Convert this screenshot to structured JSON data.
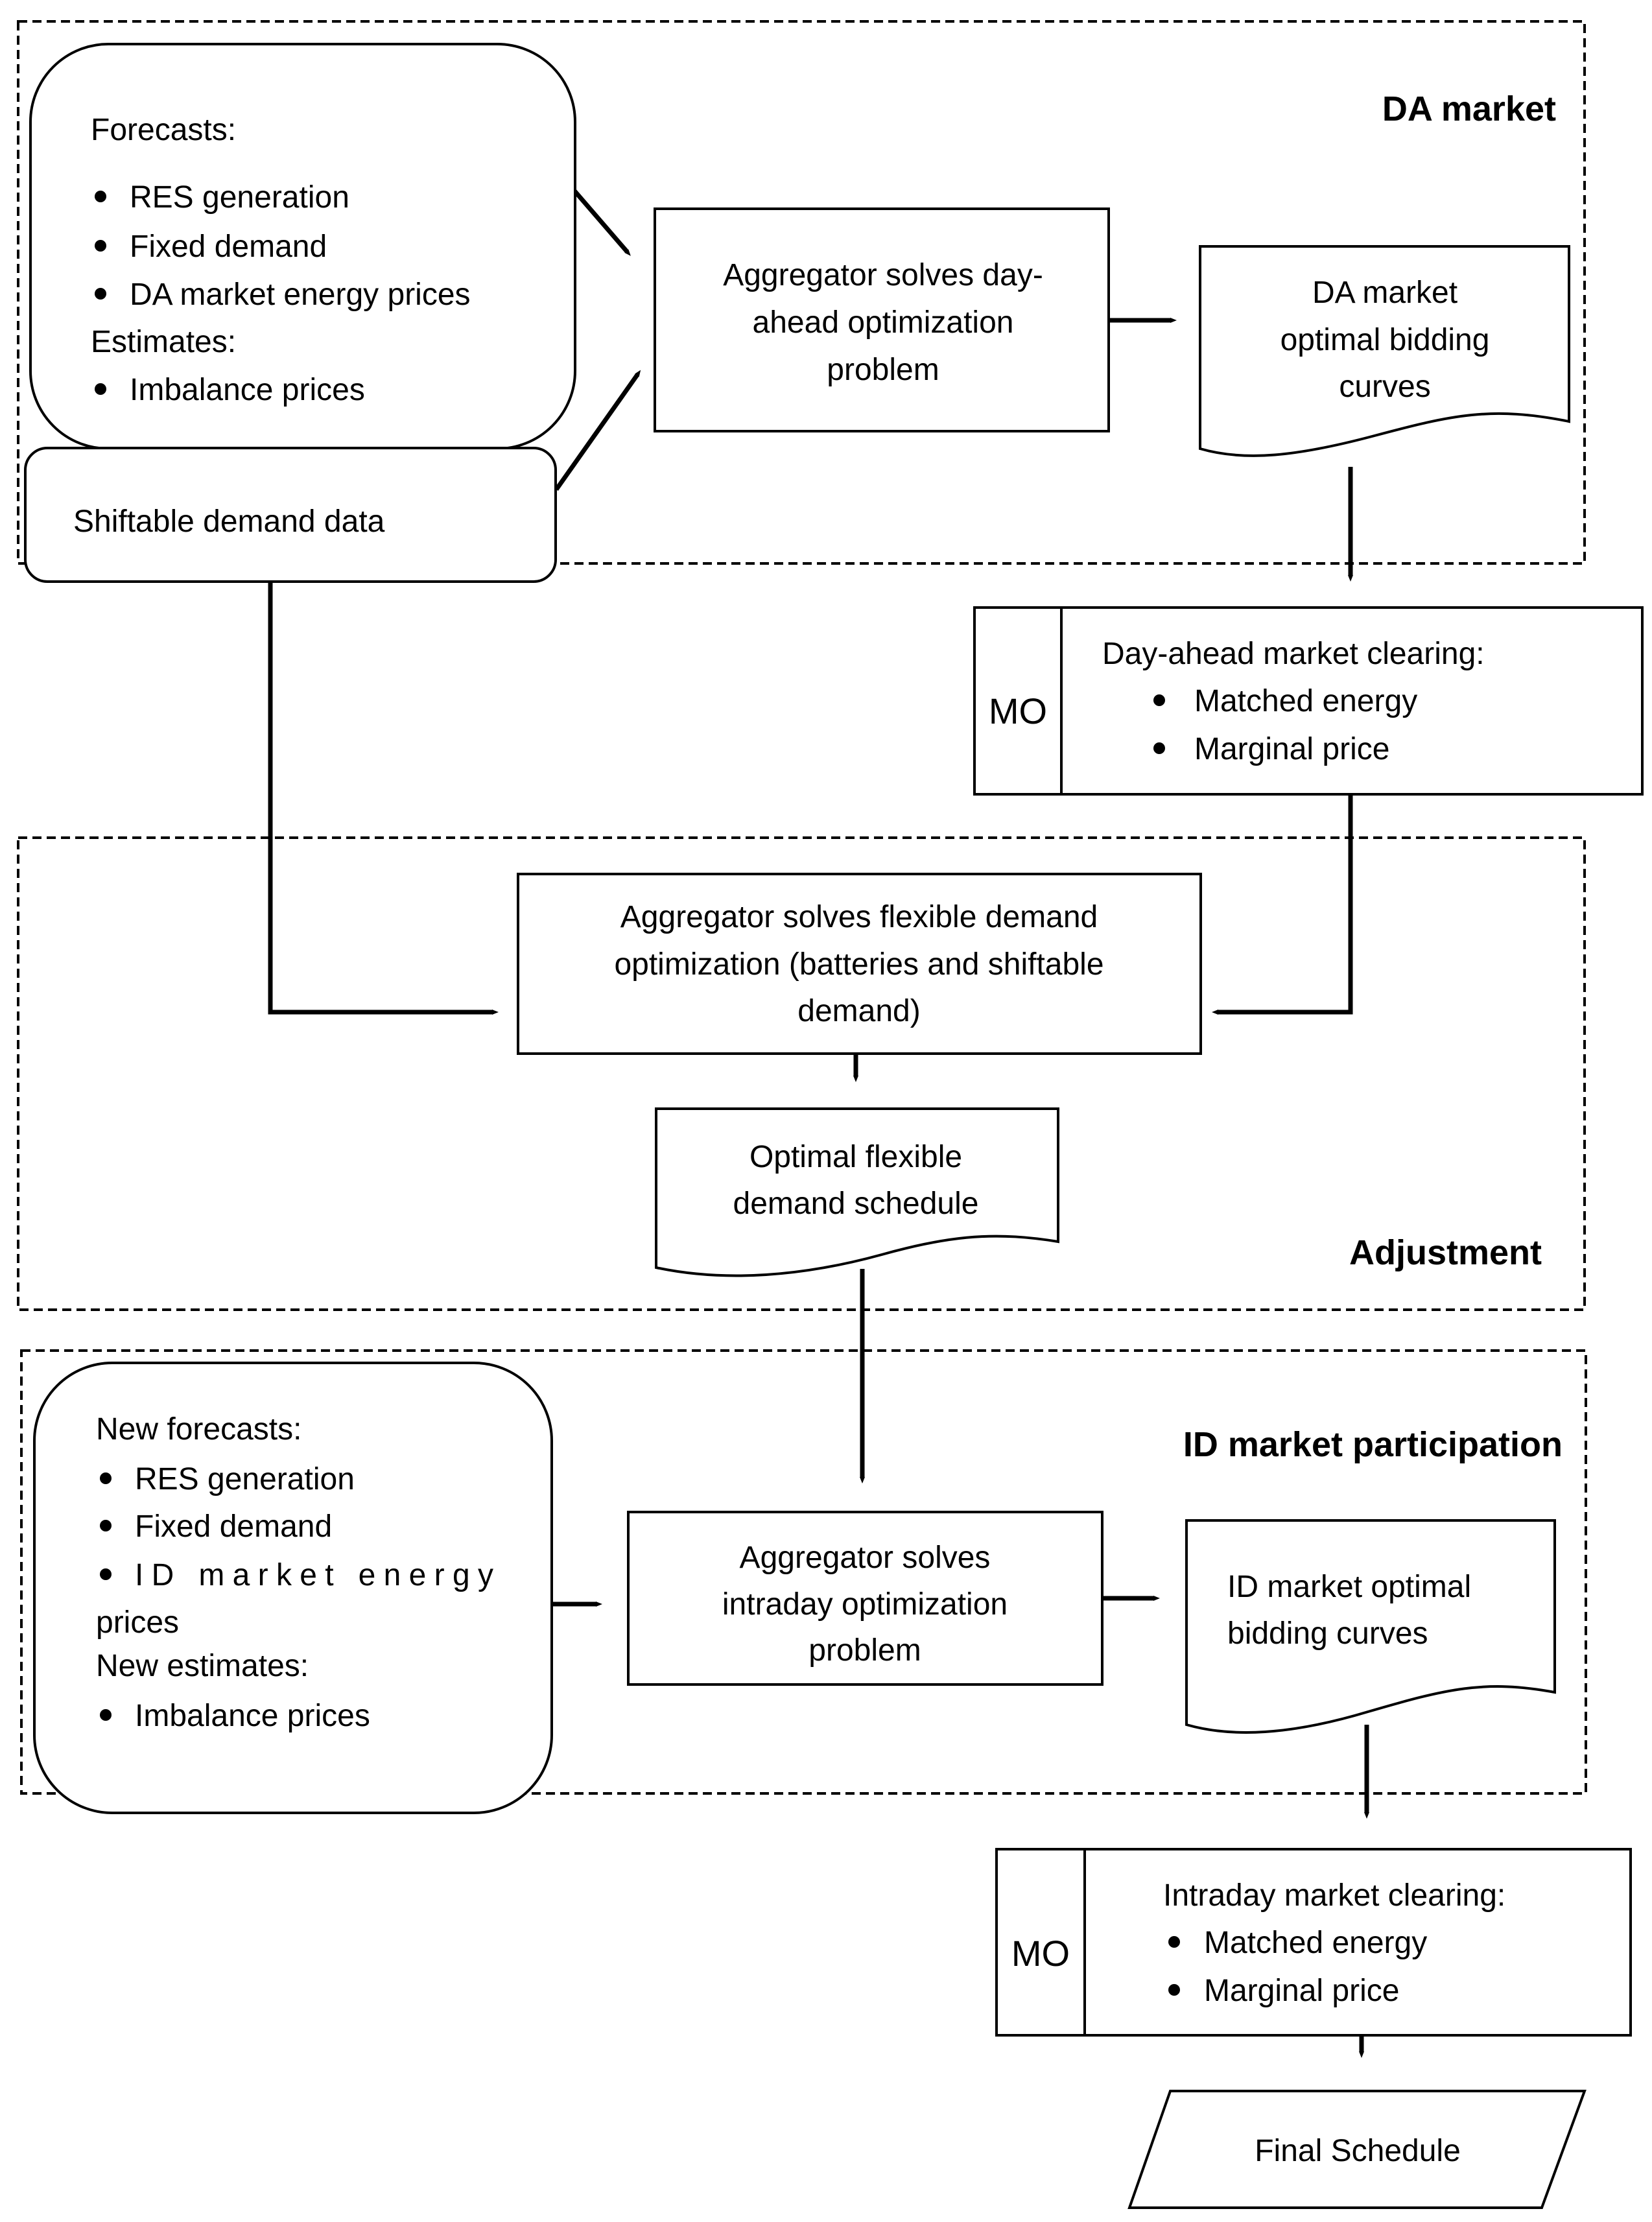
{
  "regions": {
    "da_market": "DA market",
    "adjustment": "Adjustment",
    "id_market": "ID market participation"
  },
  "da_inputs": {
    "heading1": "Forecasts:",
    "items1": [
      "RES generation",
      "Fixed demand",
      "DA market energy prices"
    ],
    "heading2": "Estimates:",
    "items2": [
      "Imbalance prices"
    ]
  },
  "shiftable_data": "Shiftable demand data",
  "da_optimization": [
    "Aggregator solves day-",
    "ahead optimization",
    "problem"
  ],
  "da_bidding": [
    "DA market",
    "optimal bidding",
    "curves"
  ],
  "da_clearing": {
    "mo": "MO",
    "title": "Day-ahead market clearing:",
    "items": [
      "Matched energy",
      "Marginal price"
    ]
  },
  "flex_optimization": [
    "Aggregator solves flexible demand",
    "optimization (batteries and shiftable",
    "demand)"
  ],
  "flex_schedule": [
    "Optimal flexible",
    "demand schedule"
  ],
  "id_inputs": {
    "heading1": "New forecasts:",
    "items1": [
      "RES generation",
      "Fixed demand",
      "ID market energy"
    ],
    "wrap": "prices",
    "heading2": "New estimates:",
    "items2": [
      "Imbalance prices"
    ]
  },
  "id_optimization": [
    "Aggregator solves",
    "intraday optimization",
    "problem"
  ],
  "id_bidding": [
    "ID market optimal",
    "bidding curves"
  ],
  "id_clearing": {
    "mo": "MO",
    "title": "Intraday market clearing:",
    "items": [
      "Matched energy",
      "Marginal price"
    ]
  },
  "final_schedule": "Final Schedule"
}
